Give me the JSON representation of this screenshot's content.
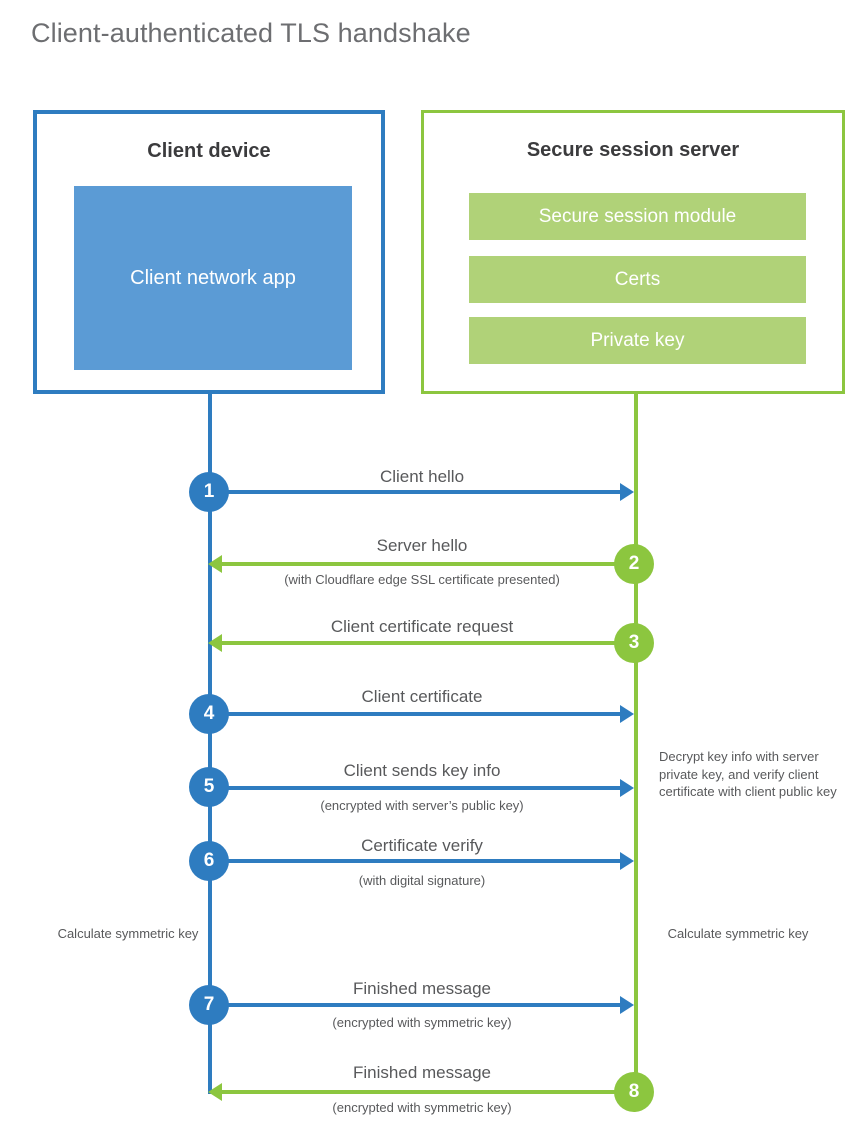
{
  "title": "Client-authenticated TLS handshake",
  "colors": {
    "client_blue": "#2e7cc0",
    "client_app_blue": "#5b9bd5",
    "server_green": "#8cc63f",
    "server_bar_green": "#b0d278",
    "text_gray": "#58595b",
    "heading_gray": "#3b3b3d"
  },
  "client": {
    "title": "Client device",
    "app_label": "Client network app"
  },
  "server": {
    "title": "Secure session server",
    "components": [
      "Secure session module",
      "Certs",
      "Private key"
    ]
  },
  "steps": [
    {
      "number": "1",
      "label": "Client hello",
      "sublabel": "",
      "direction": "client-to-server",
      "color": "#2e7cc0"
    },
    {
      "number": "2",
      "label": "Server hello",
      "sublabel": "(with Cloudflare edge SSL certificate presented)",
      "direction": "server-to-client",
      "color": "#8cc63f"
    },
    {
      "number": "3",
      "label": "Client certificate request",
      "sublabel": "",
      "direction": "server-to-client",
      "color": "#8cc63f"
    },
    {
      "number": "4",
      "label": "Client certificate",
      "sublabel": "",
      "direction": "client-to-server",
      "color": "#2e7cc0"
    },
    {
      "number": "5",
      "label": "Client sends key info",
      "sublabel": "(encrypted with server’s public key)",
      "direction": "client-to-server",
      "color": "#2e7cc0"
    },
    {
      "number": "6",
      "label": "Certificate verify",
      "sublabel": "(with digital signature)",
      "direction": "client-to-server",
      "color": "#2e7cc0"
    },
    {
      "number": "7",
      "label": "Finished message",
      "sublabel": "(encrypted with symmetric key)",
      "direction": "client-to-server",
      "color": "#2e7cc0"
    },
    {
      "number": "8",
      "label": "Finished message",
      "sublabel": "(encrypted with symmetric key)",
      "direction": "server-to-client",
      "color": "#8cc63f"
    }
  ],
  "notes": {
    "server_decrypt": "Decrypt key info with server private key, and verify client certificate with client public key",
    "client_calculate": "Calculate symmetric key",
    "server_calculate": "Calculate symmetric key"
  }
}
